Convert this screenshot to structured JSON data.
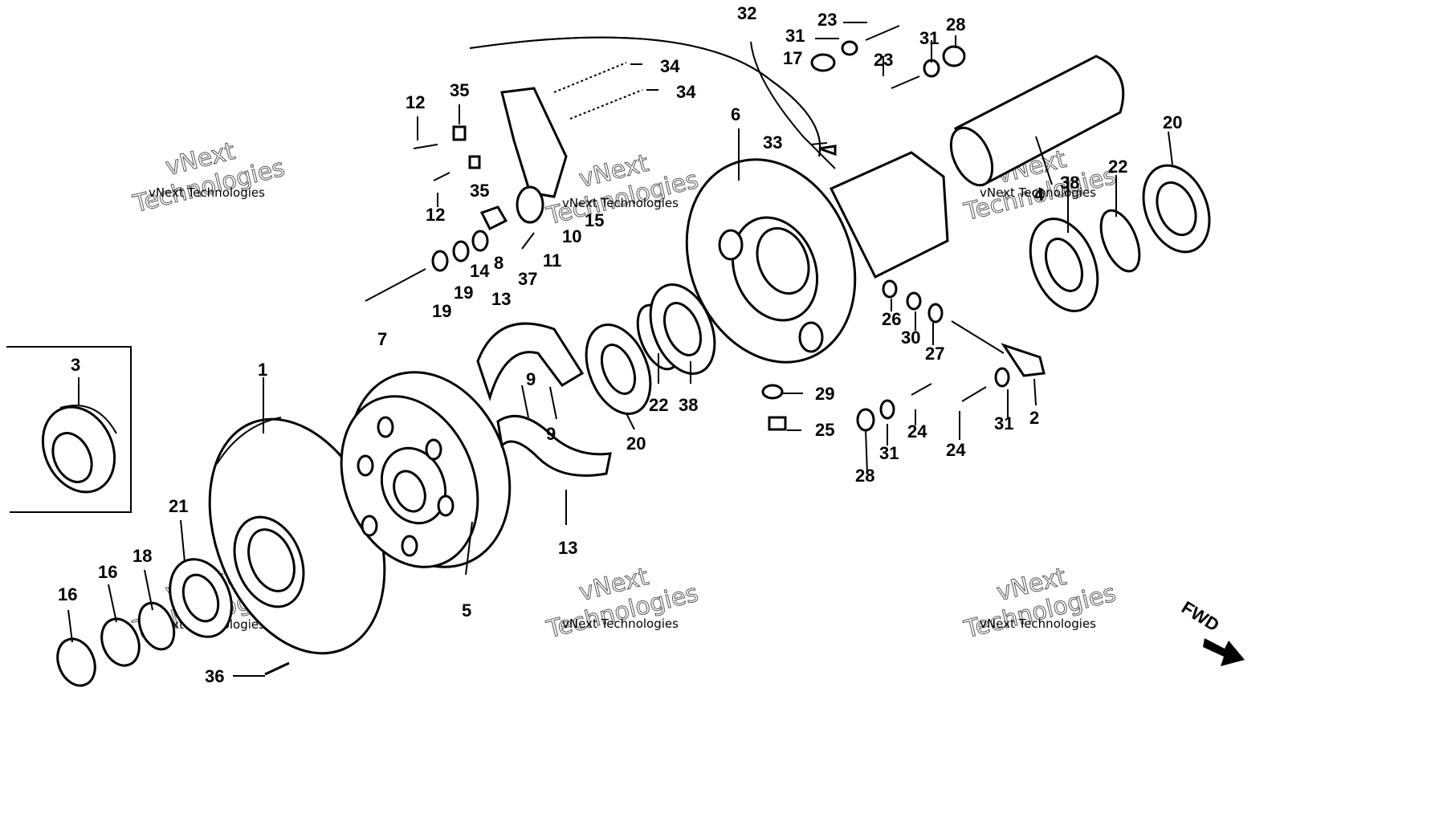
{
  "diagram": {
    "type": "exploded-parts-diagram",
    "colors": {
      "ink": "#000000",
      "paper": "#ffffff"
    },
    "labels": {
      "p1": "1",
      "p2": "2",
      "p3": "3",
      "p4": "4",
      "p5": "5",
      "p6": "6",
      "p7": "7",
      "p8": "8",
      "p9a": "9",
      "p9b": "9",
      "p10": "10",
      "p11": "11",
      "p12a": "12",
      "p12b": "12",
      "p13a": "13",
      "p13b": "13",
      "p14": "14",
      "p15": "15",
      "p16a": "16",
      "p16b": "16",
      "p17": "17",
      "p18": "18",
      "p19a": "19",
      "p19b": "19",
      "p20a": "20",
      "p20b": "20",
      "p21": "21",
      "p22a": "22",
      "p22b": "22",
      "p23a": "23",
      "p23b": "23",
      "p24a": "24",
      "p24b": "24",
      "p25": "25",
      "p26": "26",
      "p27": "27",
      "p28a": "28",
      "p28b": "28",
      "p29": "29",
      "p30": "30",
      "p31a": "31",
      "p31b": "31",
      "p31c": "31",
      "p31d": "31",
      "p32": "32",
      "p33": "33",
      "p34a": "34",
      "p34b": "34",
      "p35a": "35",
      "p35b": "35",
      "p36": "36",
      "p37": "37",
      "p38a": "38",
      "p38b": "38"
    },
    "fwd_label": "FWD",
    "watermark": {
      "line1": "vNext",
      "line2": "vNext Technologies",
      "line3": "Technologies"
    }
  }
}
